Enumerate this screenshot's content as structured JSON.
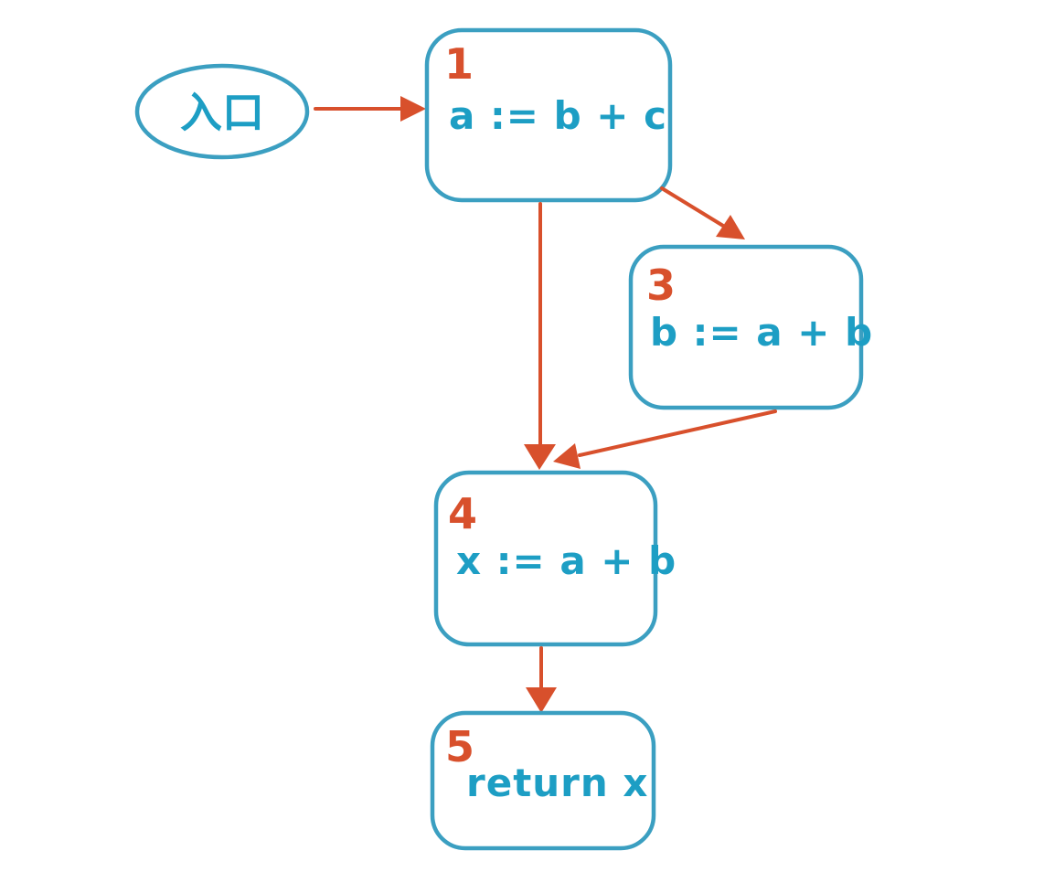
{
  "diagram": {
    "type": "control-flow-graph",
    "colors": {
      "node_stroke": "#3b9fc1",
      "node_text": "#1d9ec4",
      "arrow": "#d8502c",
      "background": "#ffffff"
    },
    "entry": {
      "label": "入口"
    },
    "nodes": [
      {
        "id": "1",
        "label": "a := b + c"
      },
      {
        "id": "3",
        "label": "b := a + b"
      },
      {
        "id": "4",
        "label": "x := a + b"
      },
      {
        "id": "5",
        "label": "return x"
      }
    ],
    "edges": [
      {
        "from": "entry",
        "to": "1"
      },
      {
        "from": "1",
        "to": "4"
      },
      {
        "from": "1",
        "to": "3"
      },
      {
        "from": "3",
        "to": "4"
      },
      {
        "from": "4",
        "to": "5"
      }
    ]
  }
}
